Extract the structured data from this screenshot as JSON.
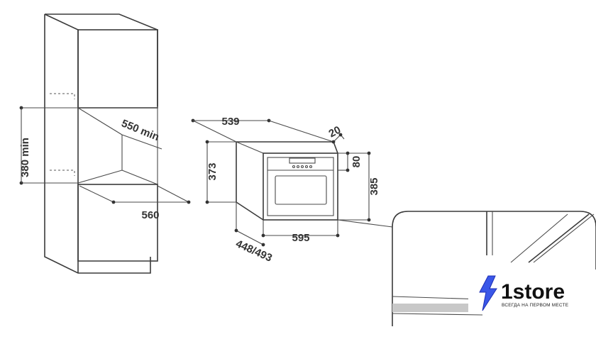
{
  "dimensions": {
    "cavity_height": "380 min",
    "cavity_depth": "550 min",
    "cavity_width": "560",
    "oven_depth": "539",
    "front_thickness": "20",
    "oven_height": "373",
    "panel_height": "80",
    "front_height": "385",
    "oven_width": "595",
    "depth_range": "448/493"
  },
  "logo": {
    "brand": "1store",
    "slogan": "ВСЕГДА НА ПЕРВОМ МЕСТЕ",
    "accent": "#3a57e8",
    "accent_dark": "#1e2fb5"
  },
  "colors": {
    "line": "#4a4a4a",
    "text": "#333333",
    "background": "#ffffff"
  }
}
